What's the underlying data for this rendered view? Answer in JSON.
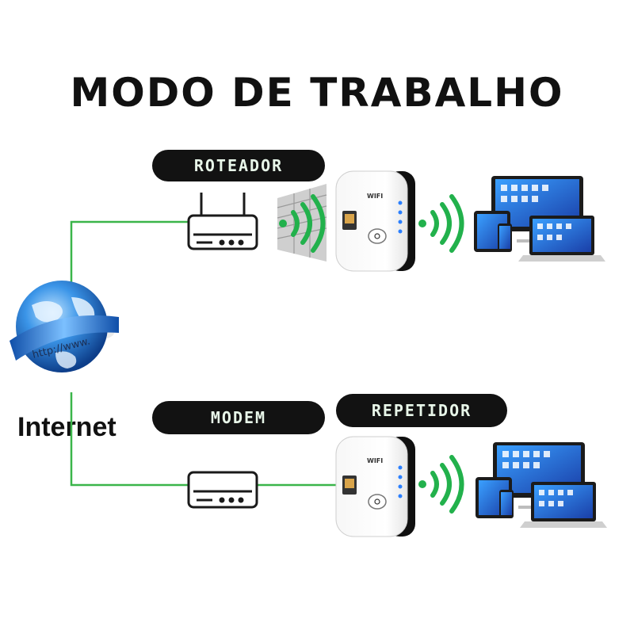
{
  "title": "MODO DE TRABALHO",
  "labels": {
    "router": "ROTEADOR",
    "modem": "MODEM",
    "repeater": "REPETIDOR",
    "internet": "Internet"
  },
  "globe_text": "http://www.",
  "device_brand": "WIFI",
  "colors": {
    "line": "#3bb54a",
    "signal": "#22b14c",
    "pill_bg": "#121212",
    "pill_text": "#e8f6e9",
    "globe": "#2a7fd6"
  }
}
